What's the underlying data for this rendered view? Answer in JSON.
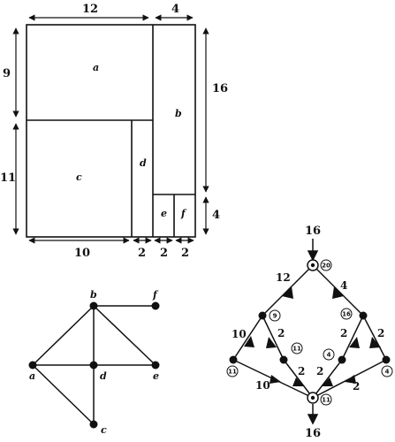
{
  "floorplan": {
    "rooms": [
      {
        "id": "room-a",
        "label": "a"
      },
      {
        "id": "room-b",
        "label": "b"
      },
      {
        "id": "room-c",
        "label": "c"
      },
      {
        "id": "room-d",
        "label": "d"
      },
      {
        "id": "room-e",
        "label": "e"
      },
      {
        "id": "room-f",
        "label": "f"
      }
    ],
    "dims": {
      "top_left": "12",
      "top_right": "4",
      "left_top": "9",
      "left_bottom": "11",
      "right_top": "16",
      "right_bottom": "4",
      "bottom_1": "10",
      "bottom_2": "2",
      "bottom_3": "2",
      "bottom_4": "2"
    }
  },
  "graph": {
    "nodes": {
      "a": "a",
      "b": "b",
      "c": "c",
      "d": "d",
      "e": "e",
      "f": "f"
    }
  },
  "network": {
    "top_label": "16",
    "bottom_label": "16",
    "edge_labels": {
      "e1": "12",
      "e2": "4",
      "e3": "10",
      "e4": "2",
      "e5": "2",
      "e6": "2",
      "e7": "2",
      "e8": "2",
      "e9": "10",
      "e10": "2"
    },
    "node_badges": {
      "top": "20",
      "left": "9",
      "right": "16",
      "lmid": "11",
      "rmid": "4",
      "far_left": "11",
      "far_right": "4",
      "bottom": "11"
    }
  }
}
